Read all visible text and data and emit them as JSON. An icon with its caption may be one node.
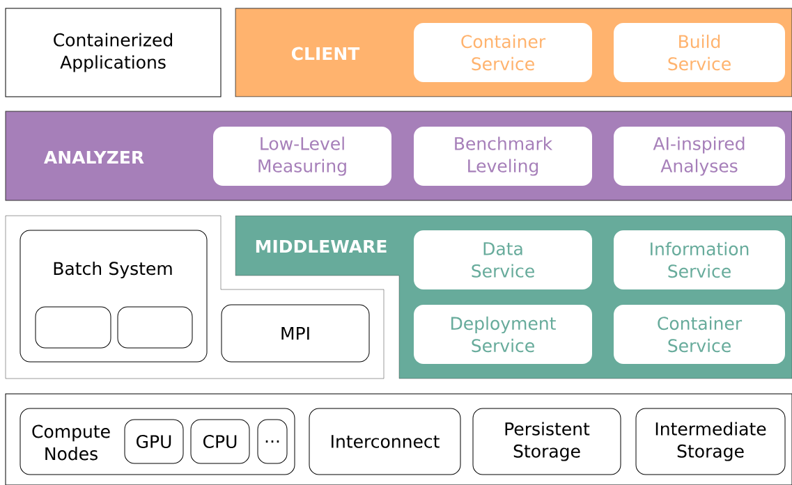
{
  "diagram": {
    "nodes": [
      {
        "text": [
          "Containerized Applications"
        ]
      },
      {
        "text": [
          "CLIENT"
        ]
      },
      {
        "text": [
          "Container Service"
        ],
        "in": 1
      },
      {
        "text": [
          "Build Service"
        ],
        "in": 1
      },
      {
        "text": [
          "ANALYZER"
        ]
      },
      {
        "text": [
          "Low-Level Measuring"
        ],
        "in": 4
      },
      {
        "text": [
          "Benchmark Leveling"
        ],
        "in": 4
      },
      {
        "text": [
          "AI-inspired Analyses"
        ],
        "in": 4
      },
      {
        "text": [],
        "shape": "box"
      },
      {
        "text": [
          "Batch System"
        ],
        "in": 8
      },
      {
        "text": [],
        "shape": "box",
        "in": 9
      },
      {
        "text": [],
        "shape": "box",
        "in": 9
      },
      {
        "text": [
          "MPI"
        ],
        "in": 8
      },
      {
        "text": [
          "MIDDLEWARE"
        ]
      },
      {
        "text": [
          "Data Service"
        ],
        "in": 13
      },
      {
        "text": [
          "Information Service"
        ],
        "in": 13
      },
      {
        "text": [
          "Deployment Service"
        ],
        "in": 13
      },
      {
        "text": [
          "Container Service"
        ],
        "in": 13
      },
      {
        "text": [],
        "shape": "box"
      },
      {
        "text": [
          "Compute Nodes"
        ],
        "in": 18
      },
      {
        "text": [
          "GPU"
        ],
        "in": 19
      },
      {
        "text": [
          "CPU"
        ],
        "in": 19
      },
      {
        "text": [
          "..."
        ],
        "in": 19
      },
      {
        "text": [
          "Interconnect"
        ],
        "in": 18
      },
      {
        "text": [
          "Persistent Storage"
        ],
        "in": 18
      },
      {
        "text": [
          "Intermediate Storage"
        ],
        "in": 18
      }
    ]
  }
}
